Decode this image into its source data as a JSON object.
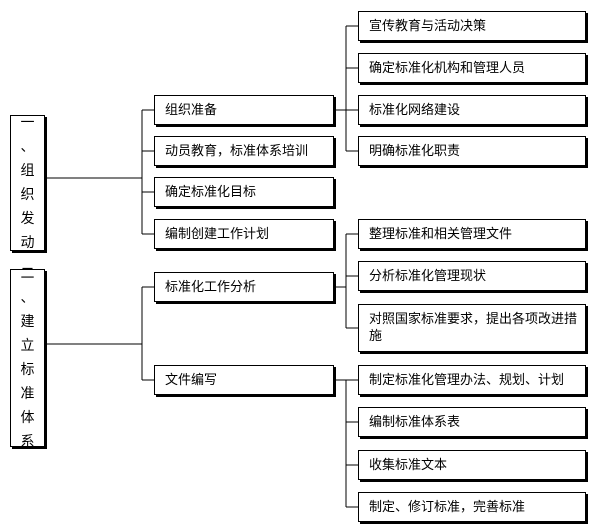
{
  "stage1": {
    "label_chars": [
      "一",
      "、",
      "组",
      "织",
      "发",
      "动"
    ],
    "items": [
      "组织准备",
      "动员教育，标准体系培训",
      "确定标准化目标",
      "编制创建工作计划"
    ],
    "sub_items": [
      "宣传教育与活动决策",
      "确定标准化机构和管理人员",
      "标准化网络建设",
      "明确标准化职责"
    ]
  },
  "stage2": {
    "label_chars": [
      "二",
      "、",
      "建",
      "立",
      "标",
      "准",
      "体",
      "系"
    ],
    "items": [
      "标准化工作分析",
      "文件编写"
    ],
    "analysis_sub_items": [
      "整理标准和相关管理文件",
      "分析标准化管理现状",
      "对照国家标准要求，提出各项改进措施"
    ],
    "writing_sub_items": [
      "制定标准化管理办法、规划、计划",
      "编制标准体系表",
      "收集标准文本",
      "制定、修订标准，完善标准"
    ]
  }
}
